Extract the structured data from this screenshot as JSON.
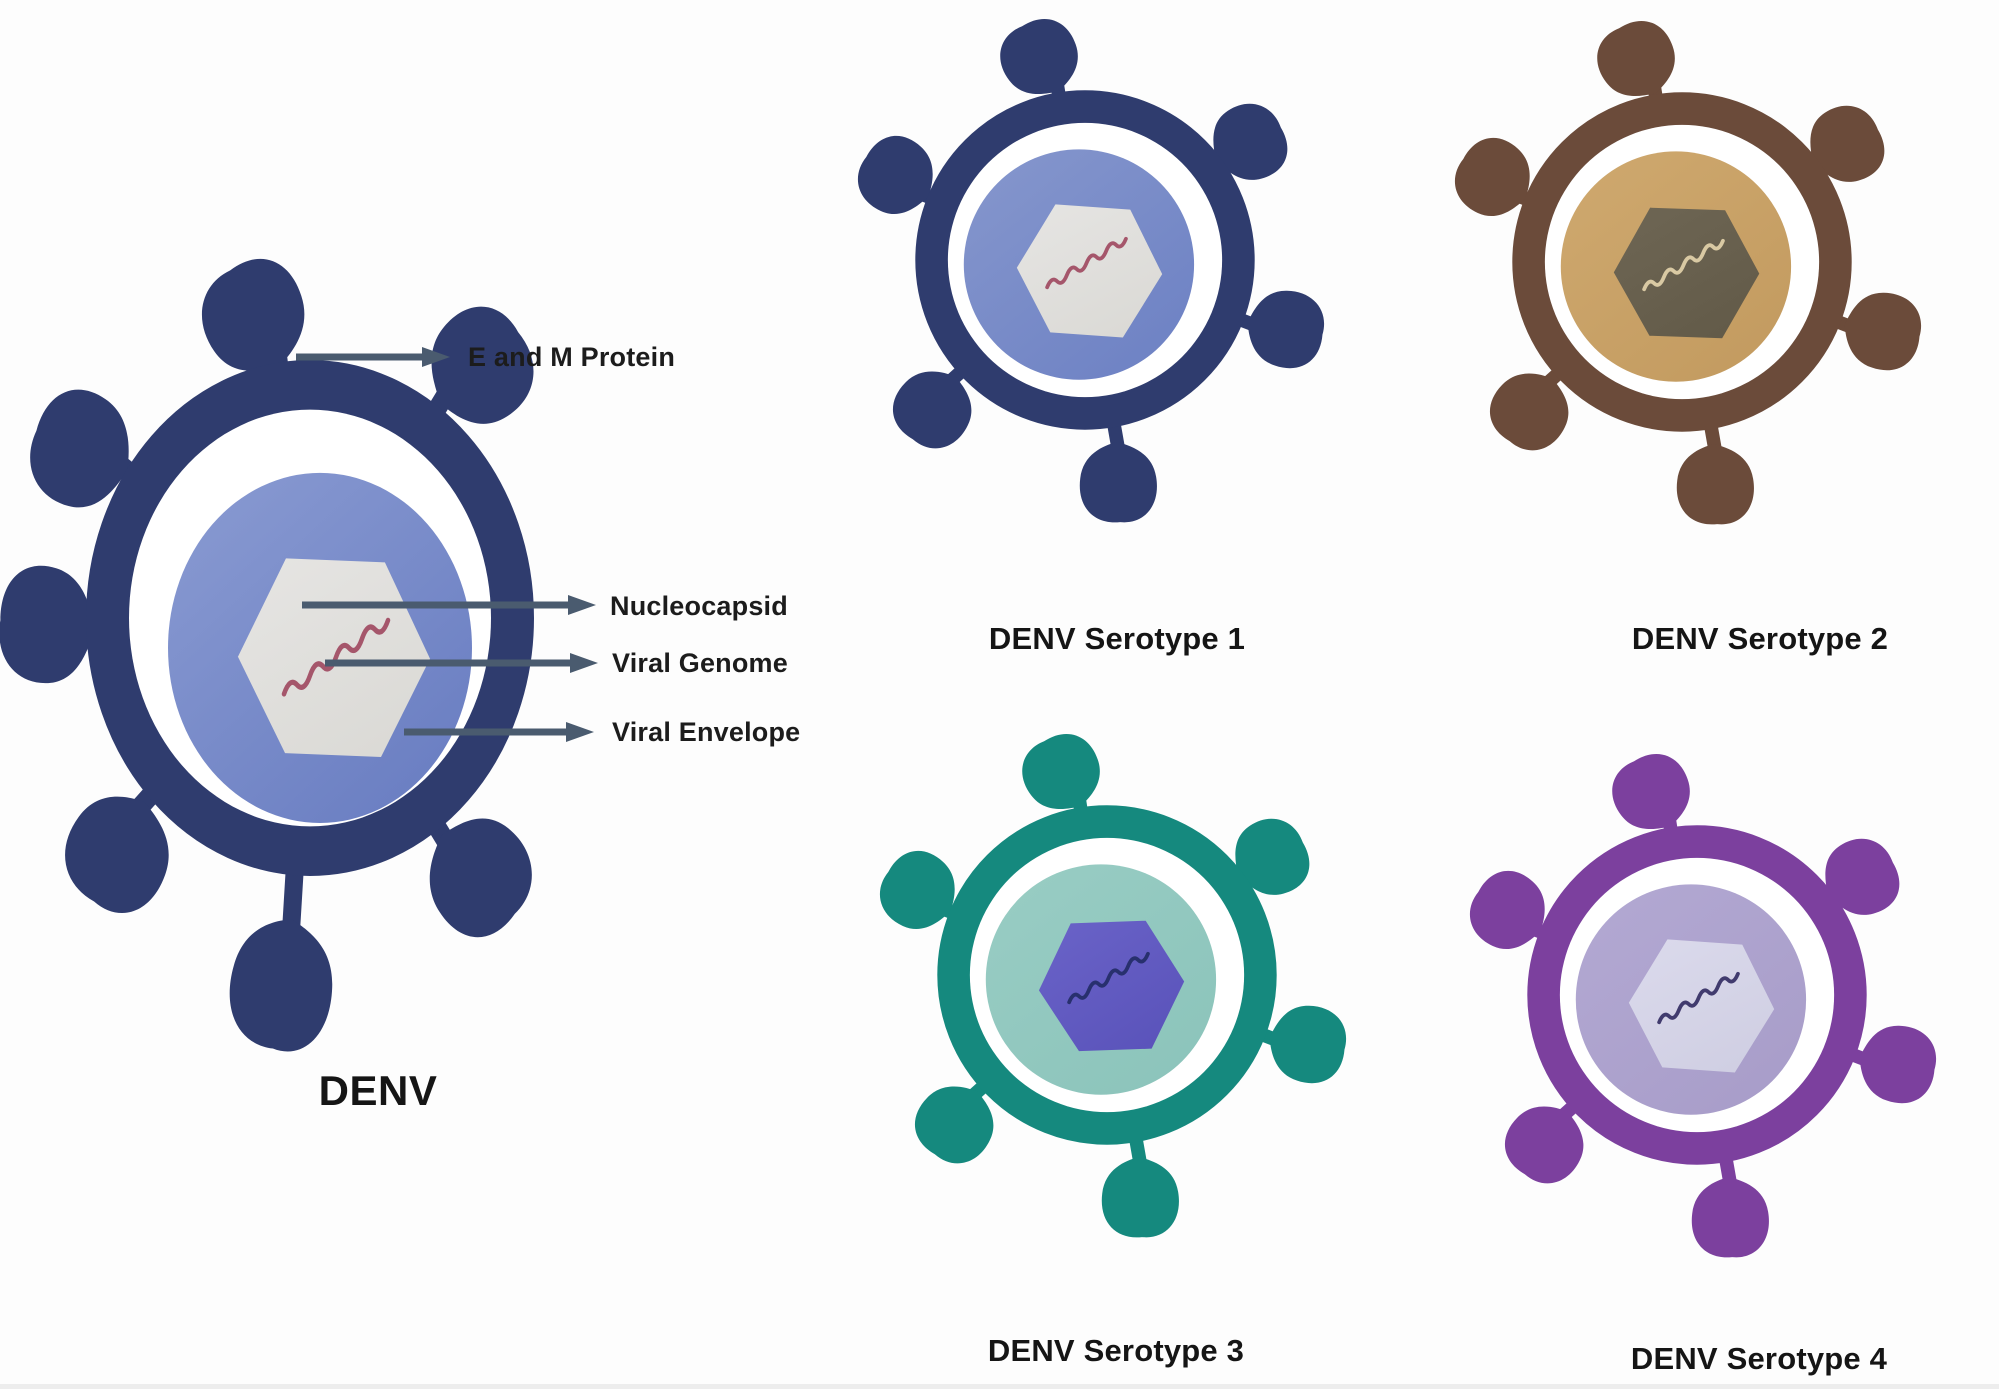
{
  "background": "#fdfdfd",
  "arrow_color": "#4a5b6f",
  "text_color": "#1c1c1c",
  "annotations": {
    "em_protein": "E and M Protein",
    "nucleocapsid": "Nucleocapsid",
    "viral_genome": "Viral Genome",
    "viral_envelope": "Viral Envelope"
  },
  "main_virus": {
    "caption": "DENV",
    "colors": {
      "envelope": "#2f3c6e",
      "interior": "#6a7ec2",
      "interior_light": "#8a9bd2",
      "capsid": "#e6e5e3",
      "capsid_dark": "#dbdad6",
      "genome": "#a5566b"
    }
  },
  "serotypes": [
    {
      "caption": "DENV Serotype 1",
      "colors": {
        "envelope": "#2f3c6e",
        "interior": "#6e82c4",
        "interior_light": "#8697cd",
        "capsid": "#e6e5e3",
        "capsid_dark": "#dbdad6",
        "genome": "#a5566b"
      }
    },
    {
      "caption": "DENV Serotype 2",
      "colors": {
        "envelope": "#6b4b3a",
        "interior": "#c39b60",
        "interior_light": "#cfa96f",
        "capsid": "#6e6654",
        "capsid_dark": "#635b49",
        "genome": "#d9c9a3"
      }
    },
    {
      "caption": "DENV Serotype 3",
      "colors": {
        "envelope": "#15897e",
        "interior": "#8cc4bb",
        "interior_light": "#99cdc4",
        "capsid": "#6a63c8",
        "capsid_dark": "#5b54bb",
        "genome": "#28306e"
      }
    },
    {
      "caption": "DENV Serotype 4",
      "colors": {
        "envelope": "#7c409e",
        "interior": "#a89dc9",
        "interior_light": "#b3a9d3",
        "capsid": "#dbdaec",
        "capsid_dark": "#d0cfe3",
        "genome": "#413b6e"
      }
    }
  ]
}
